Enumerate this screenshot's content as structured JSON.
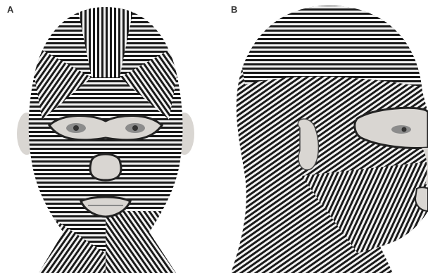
{
  "panels": [
    {
      "label": "A",
      "view": "front"
    },
    {
      "label": "B",
      "view": "side"
    }
  ],
  "colors": {
    "stripe_dark": "#1a1a1a",
    "stripe_light": "#f2f2f2",
    "skin": "#d9d6d2",
    "outline": "#222222"
  }
}
